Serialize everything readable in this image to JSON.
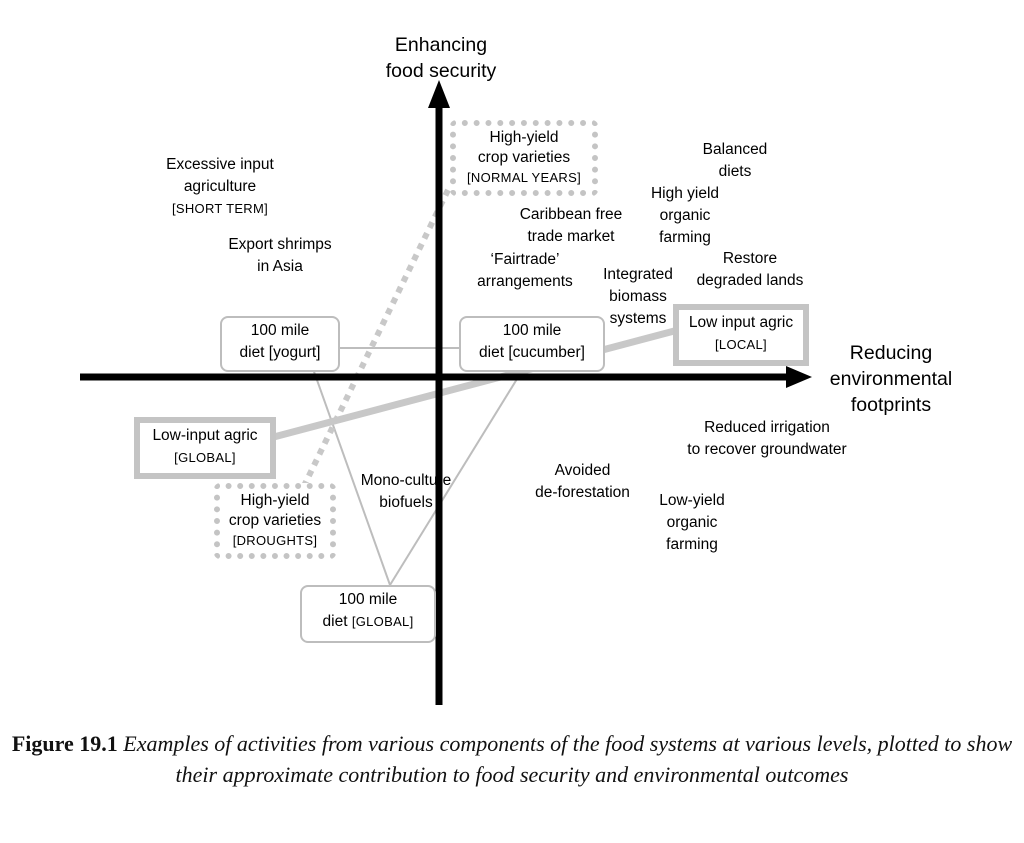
{
  "axes": {
    "y_title_line1": "Enhancing",
    "y_title_line2": "food security",
    "x_title_line1": "Reducing",
    "x_title_line2": "environmental",
    "x_title_line3": "footprints"
  },
  "labels": {
    "excessive_input": [
      "Excessive input",
      "agriculture",
      "[SHORT TERM]"
    ],
    "export_shrimps": [
      "Export shrimps",
      "in Asia"
    ],
    "balanced_diets": [
      "Balanced",
      "diets"
    ],
    "high_yield_organic": [
      "High yield",
      "organic",
      "farming"
    ],
    "caribbean": [
      "Caribbean free",
      "trade market"
    ],
    "restore": [
      "Restore",
      "degraded lands"
    ],
    "fairtrade": [
      "‘Fairtrade’",
      "arrangements"
    ],
    "integrated": [
      "Integrated",
      "biomass",
      "systems"
    ],
    "reduced_irrigation": [
      "Reduced irrigation",
      "to recover groundwater"
    ],
    "avoided_deforestation": [
      "Avoided",
      "de-forestation"
    ],
    "low_yield_organic": [
      "Low-yield",
      "organic",
      "farming"
    ],
    "mono_culture": [
      "Mono-culture",
      "biofuels"
    ]
  },
  "boxes": {
    "high_yield_normal": [
      "High-yield",
      "crop varieties",
      "[NORMAL YEARS]"
    ],
    "high_yield_droughts": [
      "High-yield",
      "crop varieties",
      "[DROUGHTS]"
    ],
    "diet_yogurt": [
      "100 mile",
      "diet [yogurt]"
    ],
    "diet_cucumber": [
      "100 mile",
      "diet [cucumber]"
    ],
    "diet_global": [
      "100 mile",
      "diet",
      "[GLOBAL]"
    ],
    "low_input_local": [
      "Low input agric",
      "[LOCAL]"
    ],
    "low_input_global": [
      "Low-input agric",
      "[GLOBAL]"
    ]
  },
  "caption": {
    "label": "Figure 19.1",
    "text": "Examples of activities from various components of the food systems at various levels, plotted to show their approximate contribution to food security and environmental outcomes"
  }
}
